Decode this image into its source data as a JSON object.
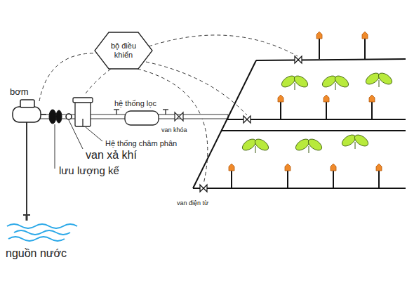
{
  "diagram": {
    "nodes": [
      {
        "text": [
          "bộ điều khiển"
        ]
      }
    ],
    "labels": [
      "bơm",
      "hệ thống lọc",
      "Hệ thống châm phân",
      "van khóa",
      "van xả khí",
      "lưu lượng kế",
      "van điện từ",
      "nguồn nước"
    ]
  }
}
